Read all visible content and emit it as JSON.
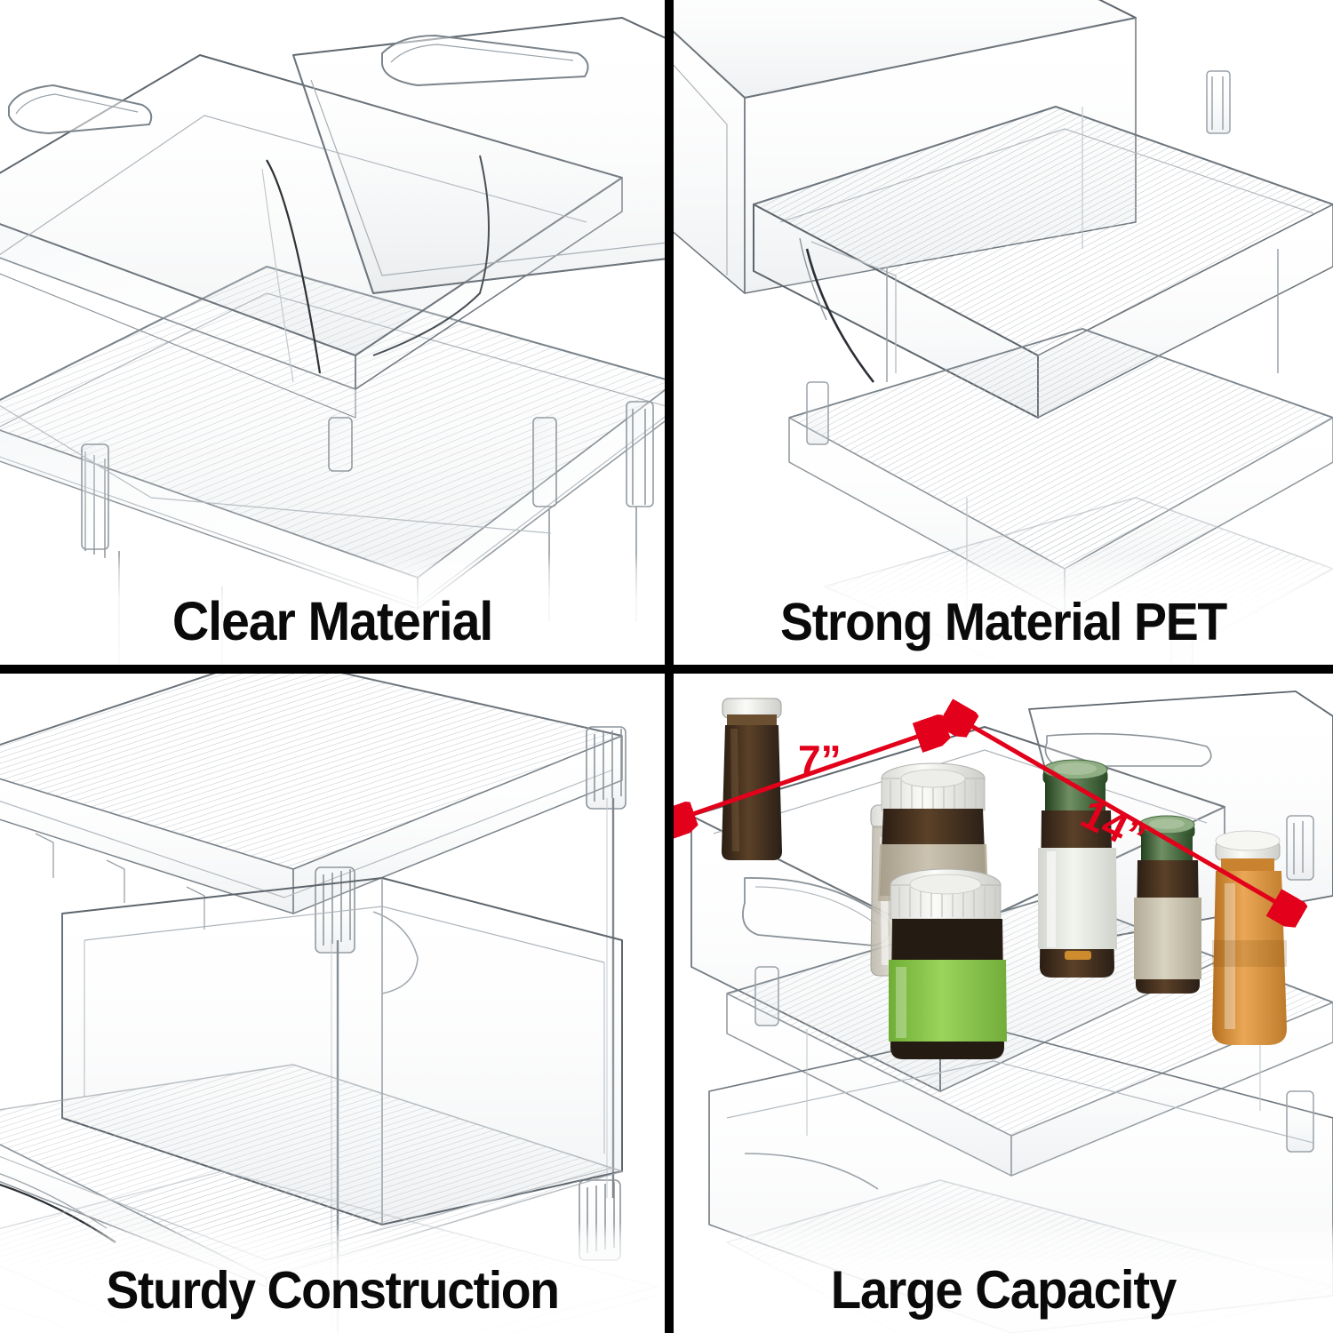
{
  "image": {
    "type": "product-feature-infographic",
    "subject": "clear stackable 2-tier pull-out storage bin organizer",
    "background_color": "#ffffff",
    "divider_color": "#000000",
    "caption_text_color": "#0a0a0a",
    "annotation_color": "#e2001a",
    "grid": "2x2"
  },
  "panels": [
    {
      "id": "clear-material",
      "position": "top-left",
      "caption": "Clear Material",
      "scene_description": "Close-up of two stacked transparent PET storage bins shown in line-art style, cut-out side handles visible on the front walls, ribbed base trays and corner posts below."
    },
    {
      "id": "strong-material-pet",
      "position": "top-right",
      "caption": "Strong Material PET",
      "scene_description": "Angled view of stacked clear PET drawers with ribbed bottom panels and a curved thumb-cut handle on the near sliding tray."
    },
    {
      "id": "sturdy-construction",
      "position": "bottom-left",
      "caption": "Sturdy Construction",
      "scene_description": "Detail view of the vertical support posts, rail clips and grooved runners joining the upper and lower trays of the organizer."
    },
    {
      "id": "large-capacity",
      "position": "bottom-right",
      "caption": "Large Capacity",
      "scene_description": "Two-tier clear organizer filled with assorted medicine and supplement bottles, with red dimension arrows labelling the bin width and depth."
    }
  ],
  "annotations": {
    "width": {
      "label": "7”",
      "color": "#e2001a",
      "arrow": "double-headed",
      "orientation": "left-to-right along front top rim"
    },
    "depth": {
      "label": "14”",
      "color": "#e2001a",
      "arrow": "double-headed",
      "orientation": "diagonal down-right along side top rim"
    }
  },
  "bottles": [
    {
      "name": "tall-dark-amber-bottle",
      "body_color": "#3b2c20",
      "cap_color": "#f2f2f0",
      "label_color": "none"
    },
    {
      "name": "white-ribbed-cap-bottle",
      "body_color": "#4d4326",
      "cap_color": "#fbfbf9",
      "label_color": "#d9d6c8"
    },
    {
      "name": "clear-pill-bottle",
      "body_color": "#cfc8bd",
      "cap_color": "#fbfbf9",
      "label_color": "none"
    },
    {
      "name": "green-label-jar",
      "body_color": "#2b2319",
      "cap_color": "#fbfbf9",
      "label_color": "#8cc84b"
    },
    {
      "name": "green-cap-supplement-bottle",
      "body_color": "#3a2a1d",
      "cap_color": "#3e6b44",
      "label_color": "#e8eee4"
    },
    {
      "name": "small-green-cap-bottle",
      "body_color": "#3a2a1d",
      "cap_color": "#31522f",
      "label_color": "#cfc6b4"
    },
    {
      "name": "orange-translucent-bottle",
      "body_color": "#d98a32",
      "cap_color": "#f4f4f2",
      "label_color": "none"
    }
  ]
}
